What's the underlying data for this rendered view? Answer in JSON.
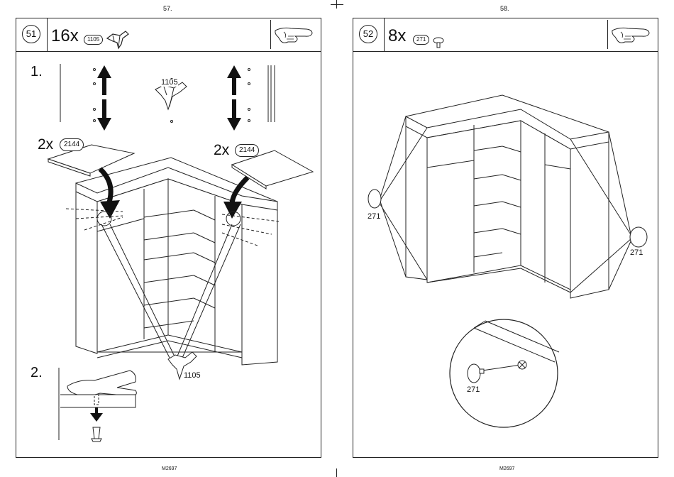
{
  "pages": [
    {
      "number": "57.",
      "footer": "M2697"
    },
    {
      "number": "58.",
      "footer": "M2697"
    }
  ],
  "step51": {
    "step_number": "51",
    "quantity": "16x",
    "part_number": "1105",
    "substep1_label": "1.",
    "substep2_label": "2.",
    "fitting_label_top": "1105",
    "fitting_label_bottom": "1105",
    "shelf_left_qty": "2x",
    "shelf_left_part": "2144",
    "shelf_right_qty": "2x",
    "shelf_right_part": "2144"
  },
  "step52": {
    "step_number": "52",
    "quantity": "8x",
    "part_number": "271",
    "label_left": "271",
    "label_right": "271",
    "label_detail": "271"
  },
  "icons": [
    "hand-pointing-icon",
    "hand-press-icon",
    "connector-fitting-icon",
    "cap-icon",
    "arrow-icon"
  ]
}
